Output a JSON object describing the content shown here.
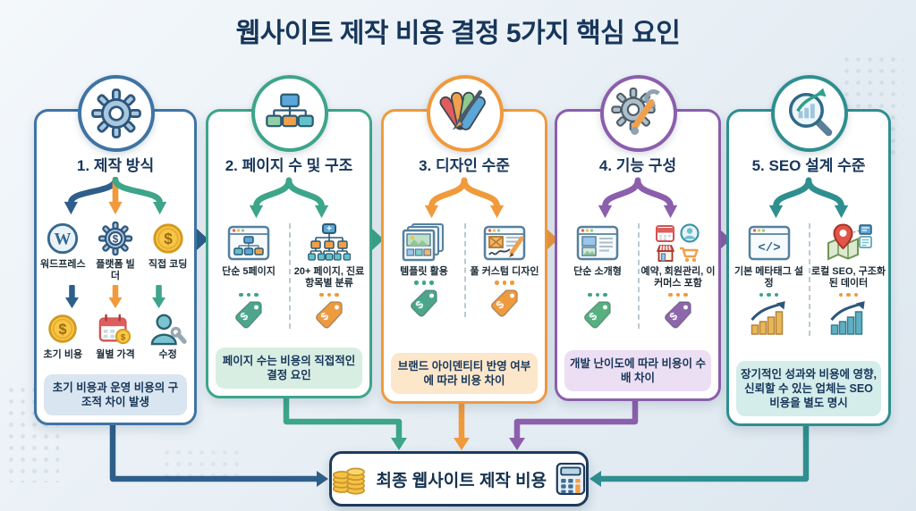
{
  "title": "웹사이트 제작 비용 결정 5가지 핵심 요인",
  "colors": {
    "factor1_accent": "#3f74a3",
    "factor2_accent": "#3da58a",
    "factor3_accent": "#f09a3c",
    "factor4_accent": "#8b5fab",
    "factor5_accent": "#2f8f8f",
    "title_navy": "#17365a",
    "coin_gold": "#f6c243"
  },
  "factors": [
    {
      "title": "1. 제작 방식",
      "icon": "gear-icon",
      "items": [
        {
          "icon": "wordpress-icon",
          "label": "워드프레스"
        },
        {
          "icon": "platform-builder-icon",
          "label": "플랫폼 빌더"
        },
        {
          "icon": "direct-coding-icon",
          "label": "직접 코딩"
        }
      ],
      "sub_items": [
        {
          "icon": "initial-cost-icon",
          "label": "초기 비용"
        },
        {
          "icon": "monthly-fee-icon",
          "label": "월별 가격"
        },
        {
          "icon": "maintenance-icon",
          "label": "수정"
        }
      ],
      "note": "초기 비용과 운영 비용의 구조적 차이 발생"
    },
    {
      "title": "2. 페이지 수 및 구조",
      "icon": "sitemap-icon",
      "items": [
        {
          "icon": "simple-pages-icon",
          "label": "단순 5페이지"
        },
        {
          "icon": "many-pages-icon",
          "label": "20+ 페이지, 진료 항목별 분류"
        }
      ],
      "note": "페이지 수는 비용의 직접적인 결정 요인"
    },
    {
      "title": "3. 디자인 수준",
      "icon": "palette-icon",
      "items": [
        {
          "icon": "template-icon",
          "label": "템플릿 활용"
        },
        {
          "icon": "custom-design-icon",
          "label": "풀 커스텀 디자인"
        }
      ],
      "note": "브랜드 아이덴티티 반영 여부에 따라 비용 차이"
    },
    {
      "title": "4. 기능 구성",
      "icon": "gear-wrench-icon",
      "items": [
        {
          "icon": "simple-site-icon",
          "label": "단순 소개형"
        },
        {
          "icon": "advanced-features-icon",
          "label": "예약, 회원관리, 이커머스 포함"
        }
      ],
      "note": "개발 난이도에 따라 비용이 수배 차이"
    },
    {
      "title": "5. SEO 설계 수준",
      "icon": "seo-magnifier-icon",
      "items": [
        {
          "icon": "meta-tag-icon",
          "label": "기본 메타태그 설정"
        },
        {
          "icon": "local-seo-icon",
          "label": "로컬 SEO, 구조화된 데이터"
        }
      ],
      "note": "장기적인 성과와 비용에 영향, 신뢰할 수 있는 업체는 SEO 비용을 별도 명시"
    }
  ],
  "final_box": {
    "label": "최종 웹사이트 제작 비용",
    "icons": [
      "coins-icon",
      "calculator-icon"
    ]
  }
}
